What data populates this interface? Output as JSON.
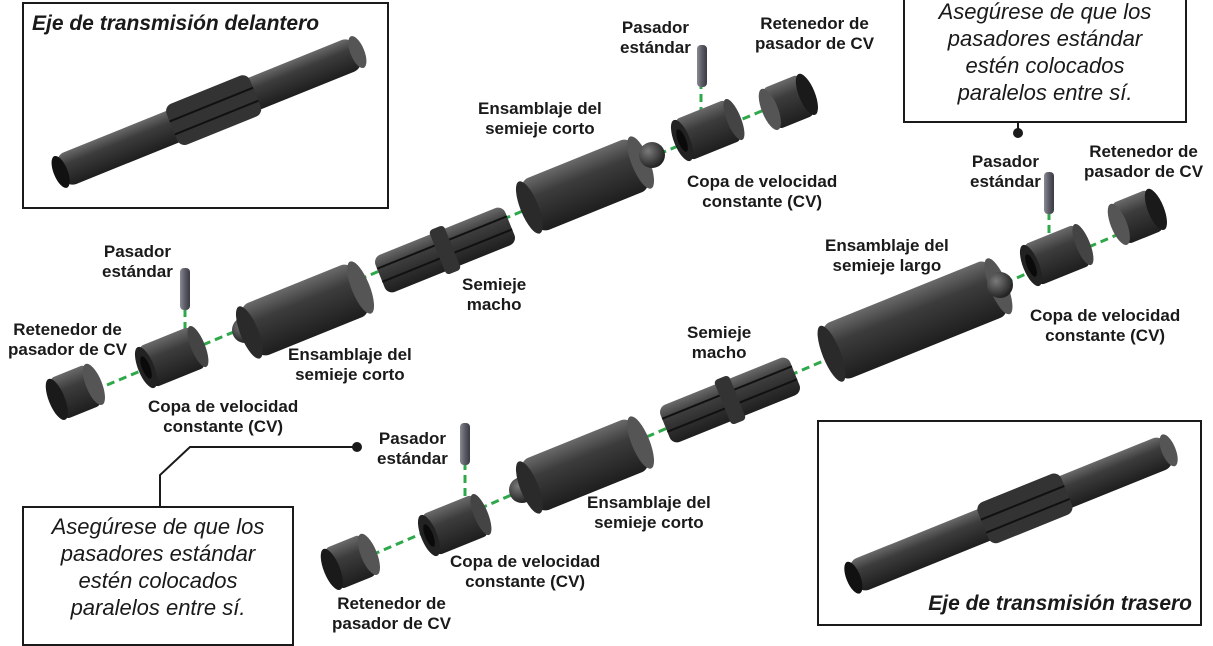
{
  "boxes": {
    "front_title": "Eje de transmisión delantero",
    "rear_title": "Eje de transmisión trasero"
  },
  "notes": {
    "top_right": [
      "Asegúrese de que los",
      "pasadores estándar",
      "estén colocados",
      "paralelos entre sí."
    ],
    "bottom_left": [
      "Asegúrese de que los",
      "pasadores estándar",
      "estén colocados",
      "paralelos entre sí."
    ]
  },
  "labels": {
    "front": {
      "pin_top": [
        "Pasador",
        "estándar"
      ],
      "retainer_top": [
        "Retenedor de",
        "pasador de CV"
      ],
      "short_shaft_top": [
        "Ensamblaje del",
        "semieje corto"
      ],
      "cv_cup_top": [
        "Copa de velocidad",
        "constante (CV)"
      ],
      "male_shaft": [
        "Semieje",
        "macho"
      ],
      "pin_left": [
        "Pasador",
        "estándar"
      ],
      "retainer_left": [
        "Retenedor de",
        "pasador de CV"
      ],
      "short_shaft_left": [
        "Ensamblaje del",
        "semieje corto"
      ],
      "cv_cup_left": [
        "Copa de velocidad",
        "constante (CV)"
      ]
    },
    "rear": {
      "pin_right": [
        "Pasador",
        "estándar"
      ],
      "retainer_right": [
        "Retenedor de",
        "pasador de CV"
      ],
      "long_shaft": [
        "Ensamblaje del",
        "semieje largo"
      ],
      "cv_cup_right": [
        "Copa de velocidad",
        "constante (CV)"
      ],
      "male_shaft": [
        "Semieje",
        "macho"
      ],
      "pin_bottom": [
        "Pasador",
        "estándar"
      ],
      "short_shaft_bottom": [
        "Ensamblaje del",
        "semieje corto"
      ],
      "cv_cup_bottom": [
        "Copa de velocidad",
        "constante (CV)"
      ],
      "retainer_bottom": [
        "Retenedor de",
        "pasador de CV"
      ]
    }
  },
  "colors": {
    "axis_line": "#2ea84a",
    "part_dark": "#2a2a2a",
    "part_mid": "#4a4a4a",
    "part_light": "#6a6a6a",
    "text": "#1a1a1a"
  }
}
